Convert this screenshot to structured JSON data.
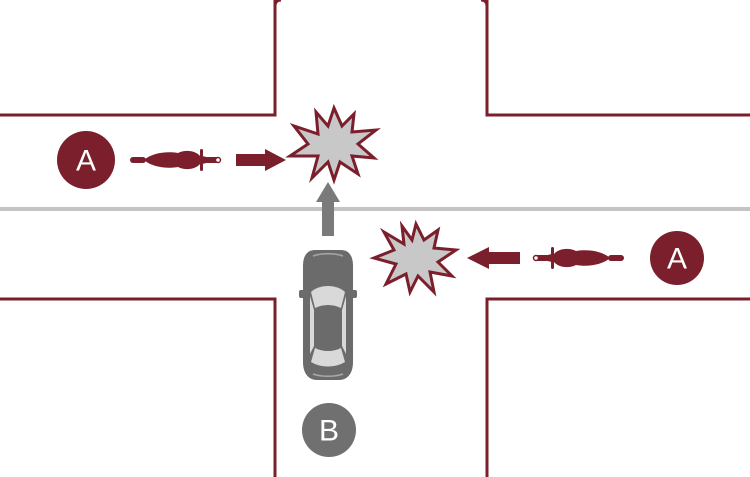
{
  "colors": {
    "road_edge": "#7a1f2b",
    "center_line": "#c4c4c4",
    "motorcycle": "#7a1f2b",
    "car_body": "#6b6b6b",
    "car_glass": "#d9d9d9",
    "arrow_motorcycle": "#7a1f2b",
    "arrow_car": "#7a7a7a",
    "collision_fill": "#c8c8c8",
    "collision_outline": "#7a1f2b",
    "badge_a": "#7a1f2b",
    "badge_b": "#707070",
    "badge_text": "#ffffff"
  },
  "labels": {
    "motorcycle_left": "A",
    "motorcycle_right": "A",
    "car": "B"
  },
  "icons": {
    "motorcycle": "motorcycle-icon",
    "car": "car-icon",
    "collision": "collision-burst-icon",
    "arrow": "direction-arrow-icon"
  }
}
